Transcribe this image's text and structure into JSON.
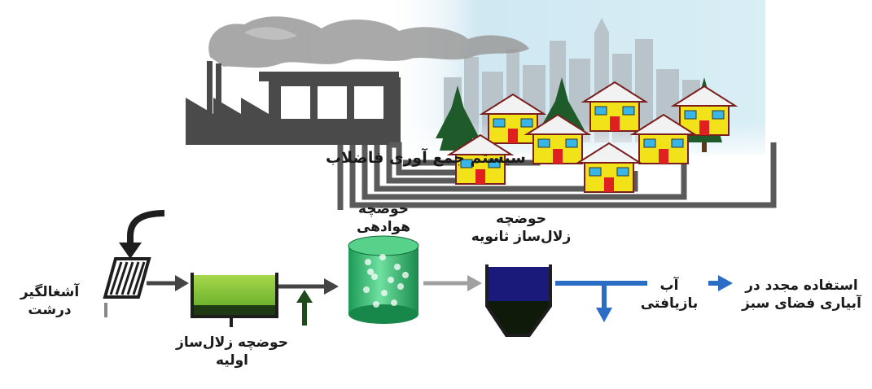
{
  "labels": {
    "sewer_system": "سیستم جمع آوری فاضلاب",
    "screen_line1": "آشغالگیر",
    "screen_line2": "درشت",
    "primary_line1": "حوضچه زلال‌ساز",
    "primary_line2": "اولیه",
    "aeration_line1": "حوضچه",
    "aeration_line2": "هوادهی",
    "secondary_line1": "حوضچه",
    "secondary_line2": "زلال‌ساز ثانویه",
    "recycled_line1": "آب",
    "recycled_line2": "بازیافتی",
    "reuse_line1": "استفاده مجدد در",
    "reuse_line2": "آبیاری فضای سبز"
  },
  "colors": {
    "pipe": "#555555",
    "flow_arrow": "#444444",
    "tank_green": "#8cc63f",
    "sludge": "#1f3a12",
    "aeration_green": "#29b36b",
    "clarifier_blue": "#1a1a7a",
    "clean_water": "#2b6cc4",
    "house_wall": "#f2e21a",
    "roof": "#f2f2f2",
    "door": "#e02020",
    "window": "#38b6e8",
    "tree": "#1f5a2a",
    "factory": "#4a4a4a",
    "sky": "#cfe8f2"
  },
  "icons": [
    "factory-icon",
    "smoke-icon",
    "city-skyline-icon",
    "house-icon",
    "tree-icon",
    "bar-screen-icon",
    "primary-clarifier-icon",
    "aeration-tank-icon",
    "secondary-clarifier-icon"
  ]
}
